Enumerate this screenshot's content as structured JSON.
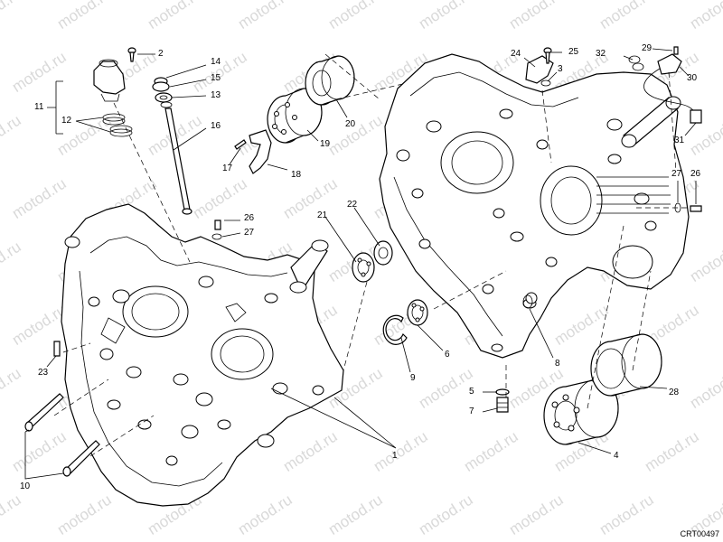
{
  "watermark": "motod.ru",
  "drawing_code": "CRT00497",
  "callouts": [
    {
      "id": "c1",
      "text": "1"
    },
    {
      "id": "c2",
      "text": "2"
    },
    {
      "id": "c3",
      "text": "3"
    },
    {
      "id": "c4",
      "text": "4"
    },
    {
      "id": "c5",
      "text": "5"
    },
    {
      "id": "c6",
      "text": "6"
    },
    {
      "id": "c7",
      "text": "7"
    },
    {
      "id": "c8",
      "text": "8"
    },
    {
      "id": "c9",
      "text": "9"
    },
    {
      "id": "c10",
      "text": "10"
    },
    {
      "id": "c11",
      "text": "11"
    },
    {
      "id": "c12",
      "text": "12"
    },
    {
      "id": "c13",
      "text": "13"
    },
    {
      "id": "c14",
      "text": "14"
    },
    {
      "id": "c15",
      "text": "15"
    },
    {
      "id": "c16",
      "text": "16"
    },
    {
      "id": "c17",
      "text": "17"
    },
    {
      "id": "c18",
      "text": "18"
    },
    {
      "id": "c19",
      "text": "19"
    },
    {
      "id": "c20",
      "text": "20"
    },
    {
      "id": "c21",
      "text": "21"
    },
    {
      "id": "c22",
      "text": "22"
    },
    {
      "id": "c23",
      "text": "23"
    },
    {
      "id": "c24",
      "text": "24"
    },
    {
      "id": "c25",
      "text": "25"
    },
    {
      "id": "c26a",
      "text": "26"
    },
    {
      "id": "c26b",
      "text": "26"
    },
    {
      "id": "c27a",
      "text": "27"
    },
    {
      "id": "c27b",
      "text": "27"
    },
    {
      "id": "c28",
      "text": "28"
    },
    {
      "id": "c29",
      "text": "29"
    },
    {
      "id": "c30",
      "text": "30"
    },
    {
      "id": "c31",
      "text": "31"
    },
    {
      "id": "c32",
      "text": "32"
    }
  ]
}
